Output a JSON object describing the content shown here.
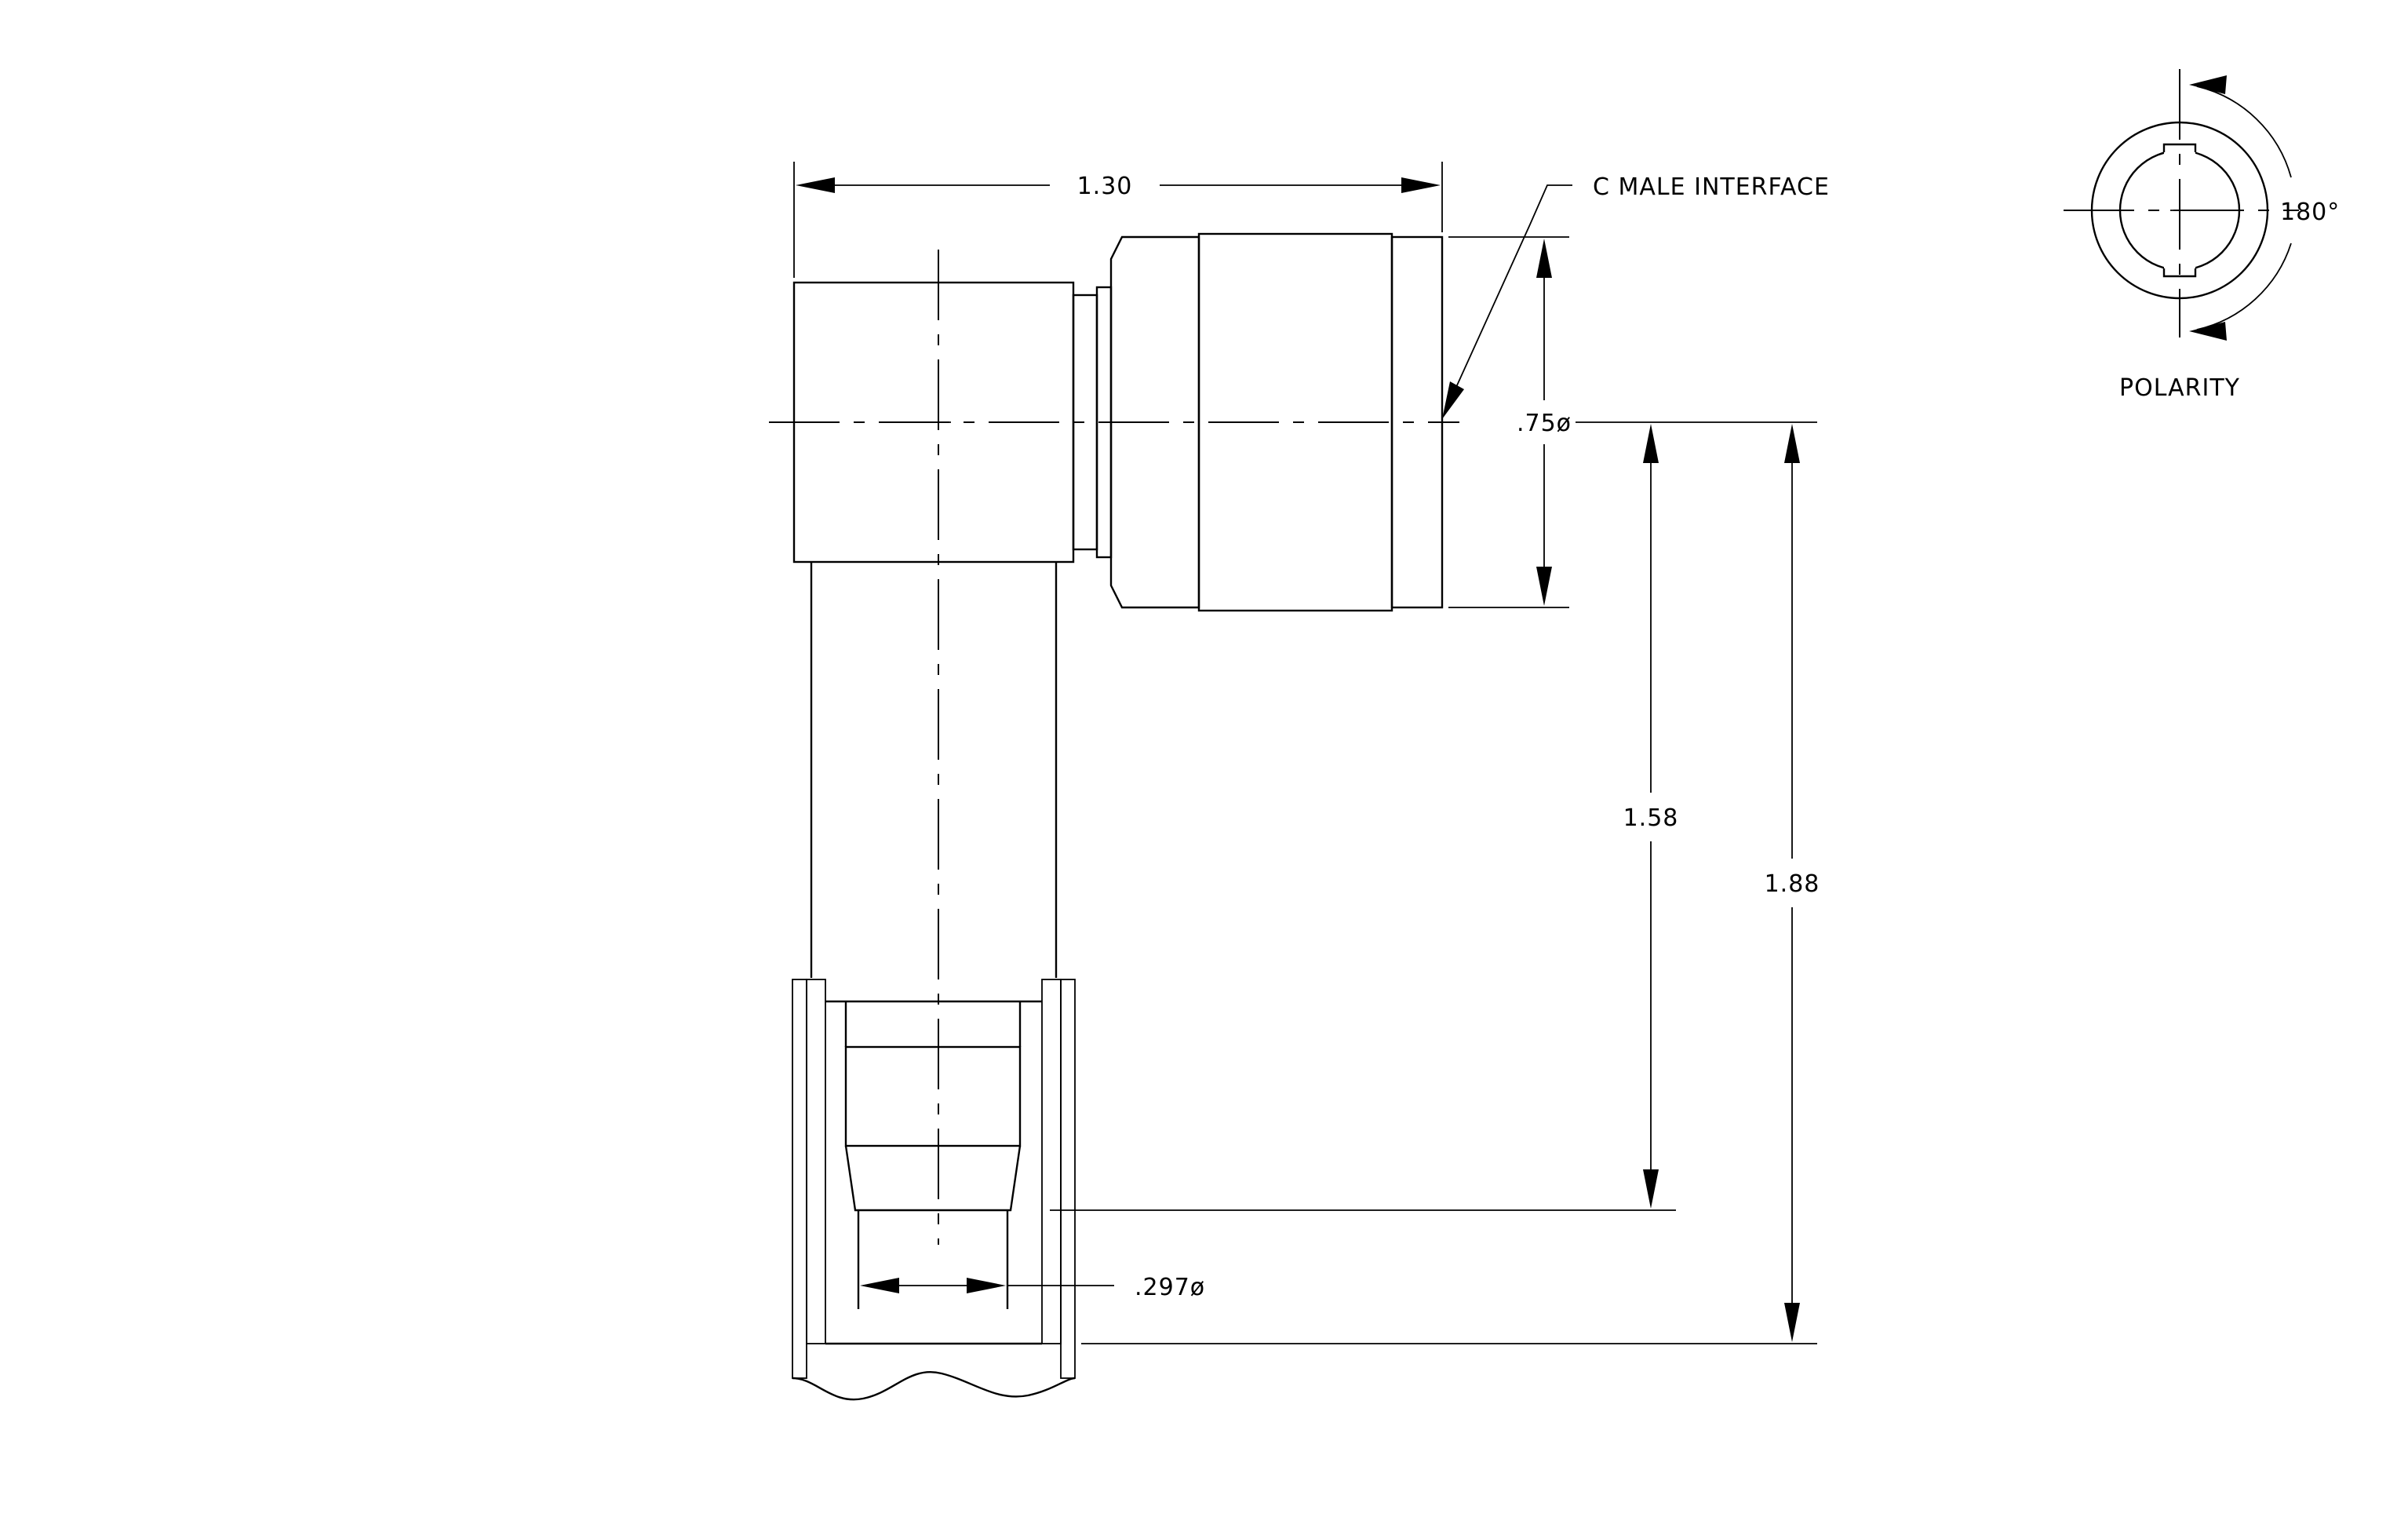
{
  "labels": {
    "dim_width": "1.30",
    "interface": "C MALE INTERFACE",
    "dim_diameter_nut": ".75ø",
    "dim_height_inner": "1.58",
    "dim_height_outer": "1.88",
    "dim_diameter_bore": ".297ø",
    "polarity_angle": "180°",
    "polarity_caption": "POLARITY"
  },
  "colors": {
    "ink": "#000000",
    "paper": "#ffffff"
  }
}
